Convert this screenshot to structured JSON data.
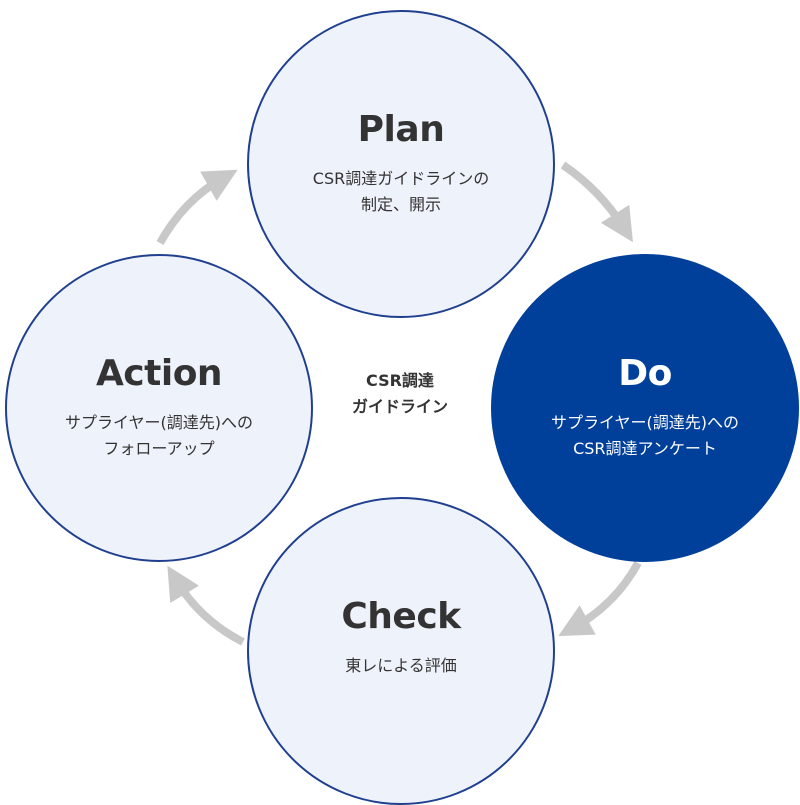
{
  "diagram": {
    "center": {
      "line1": "CSR調達",
      "line2": "ガイドライン"
    },
    "plan": {
      "title": "Plan",
      "line1": "CSR調達ガイドラインの",
      "line2": "制定、開示"
    },
    "do": {
      "title": "Do",
      "line1": "サプライヤー(調達先)への",
      "line2": "CSR調達アンケート"
    },
    "check": {
      "title": "Check",
      "line1": "東レによる評価"
    },
    "action": {
      "title": "Action",
      "line1": "サプライヤー(調達先)への",
      "line2": "フォローアップ"
    },
    "colors": {
      "circle_fill": "#eef2fa",
      "circle_border": "#1f3f8f",
      "highlight_fill": "#00409a",
      "arrow": "#c8c8c8",
      "text": "#333333"
    }
  }
}
